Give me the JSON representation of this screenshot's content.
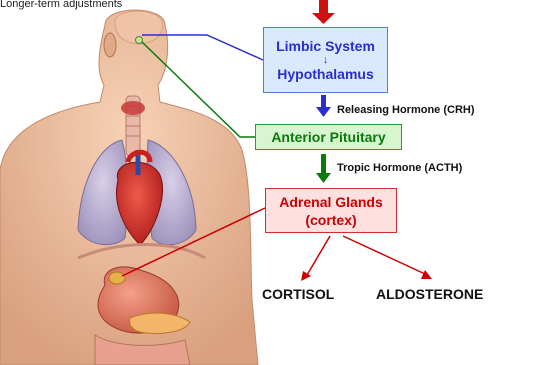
{
  "caption": "Longer-term adjustments",
  "boxes": {
    "limbic_line1": "Limbic System",
    "limbic_line2": "Hypothalamus",
    "pituitary": "Anterior Pituitary",
    "adrenal_line1": "Adrenal Glands",
    "adrenal_line2": "(cortex)"
  },
  "labels": {
    "releasing": "Releasing Hormone (CRH)",
    "tropic": "Tropic Hormone (ACTH)"
  },
  "products": [
    "CORTISOL",
    "ALDOSTERONE"
  ],
  "colors": {
    "limbic": "#2a2ed0",
    "pituitary": "#0a7a0a",
    "adrenal": "#cc0000",
    "input_arrow": "#cc1111"
  }
}
